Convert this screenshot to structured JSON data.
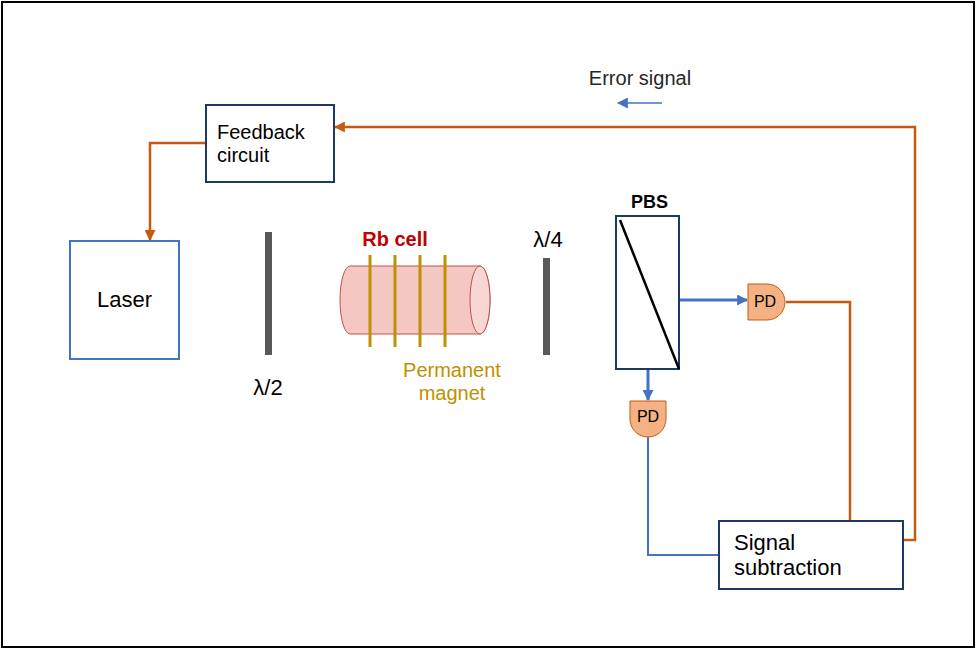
{
  "diagram": {
    "nodes": [
      {
        "text": [
          "Feedback circuit"
        ]
      },
      {
        "text": [
          "Laser"
        ]
      },
      {
        "text": [
          "Rb cell"
        ]
      },
      {
        "text": [
          "PBS"
        ]
      },
      {
        "text": [
          "PD"
        ]
      },
      {
        "text": [
          "PD"
        ]
      },
      {
        "text": [
          "Signal subtraction"
        ]
      }
    ],
    "edges": [
      {
        "from": 0,
        "to": 1,
        "arrow": "to"
      },
      {
        "from": 1,
        "to": 2,
        "arrow": "none"
      },
      {
        "from": 2,
        "to": 3,
        "arrow": "none"
      },
      {
        "from": 3,
        "to": 4,
        "arrow": "to"
      },
      {
        "from": 3,
        "to": 5,
        "arrow": "to"
      },
      {
        "from": 4,
        "to": 6,
        "arrow": "none"
      },
      {
        "from": 5,
        "to": 6,
        "arrow": "none"
      },
      {
        "from": 6,
        "to": 0,
        "arrow": "to"
      }
    ],
    "labels": [
      "Error signal",
      "λ/2",
      "Permanent magnet",
      "λ/4"
    ]
  }
}
